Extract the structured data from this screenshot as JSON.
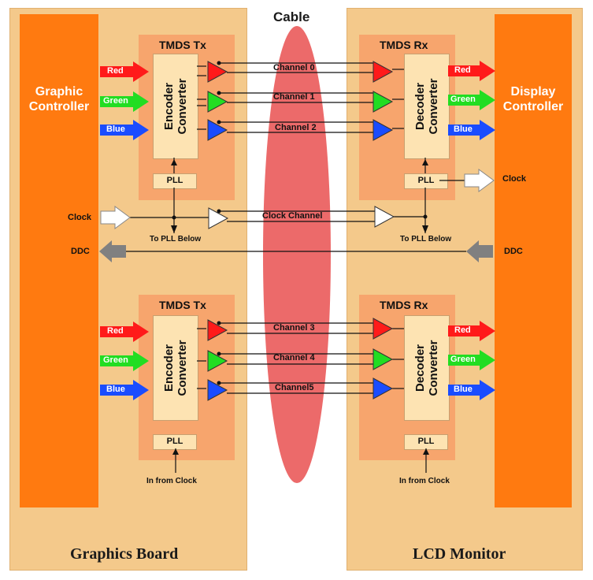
{
  "cable_label": "Cable",
  "graphics_board": {
    "footer": "Graphics Board",
    "controller": "Graphic Controller",
    "tx_units": [
      {
        "title": "TMDS Tx",
        "block": "Encoder Converter",
        "pll": "PLL",
        "note": "To  PLL Below"
      },
      {
        "title": "TMDS Tx",
        "block": "Encoder Converter",
        "pll": "PLL",
        "note": "In from Clock"
      }
    ],
    "clock": "Clock",
    "ddc": "DDC"
  },
  "lcd_monitor": {
    "footer": "LCD Monitor",
    "controller": "Display Controller",
    "rx_units": [
      {
        "title": "TMDS Rx",
        "block": "Decoder Converter",
        "pll": "PLL",
        "note": "To  PLL Below"
      },
      {
        "title": "TMDS Rx",
        "block": "Decoder Converter",
        "pll": "PLL",
        "note": "In from Clock"
      }
    ],
    "clock": "Clock",
    "ddc": "DDC"
  },
  "color_signals": [
    "Red",
    "Green",
    "Blue"
  ],
  "channels_top": [
    "Channel 0",
    "Channel 1",
    "Channel 2"
  ],
  "clock_channel": "Clock Channel",
  "channels_bottom": [
    "Channel 3",
    "Channel 4",
    "Channel5"
  ],
  "colors": {
    "red": "#ff1a1a",
    "green": "#22dd22",
    "blue": "#1a4cff",
    "cable": "#ec6a6a",
    "controller": "#ff7a10",
    "pane": "#f4c98b"
  }
}
